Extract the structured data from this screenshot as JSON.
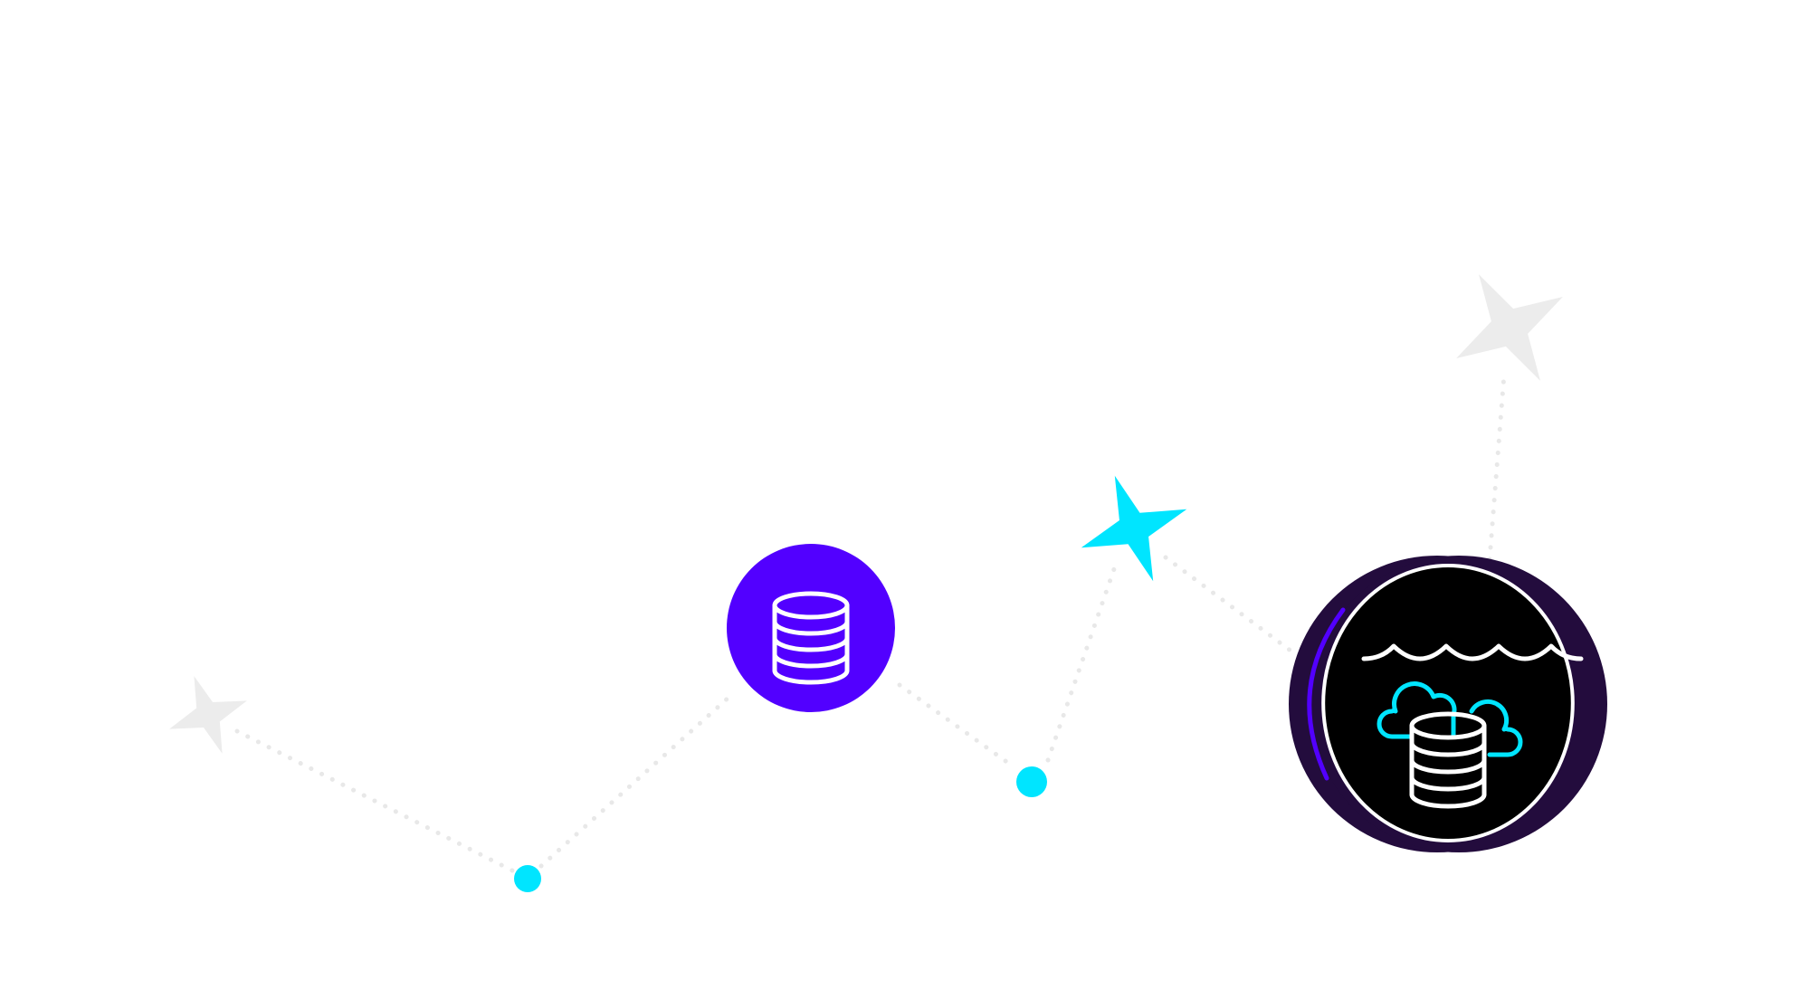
{
  "colors": {
    "background": "#ffffff",
    "path_dots": "#e8e8e8",
    "star_grey": "#ececec",
    "accent_cyan": "#00e5ff",
    "accent_purple": "#5200ff",
    "dark_plum": "#230c3d",
    "black": "#000000",
    "icon_white": "#ffffff"
  },
  "nodes": [
    {
      "id": "star-left",
      "kind": "star",
      "color": "grey"
    },
    {
      "id": "dot-1",
      "kind": "dot",
      "color": "cyan"
    },
    {
      "id": "database-badge",
      "kind": "badge",
      "icon": "database-icon",
      "color": "purple"
    },
    {
      "id": "dot-2",
      "kind": "dot",
      "color": "cyan"
    },
    {
      "id": "star-cyan",
      "kind": "star",
      "color": "cyan"
    },
    {
      "id": "data-lake-badge",
      "kind": "badge",
      "icon": "data-lake-cloud-database-icon",
      "color": "black"
    },
    {
      "id": "star-top-right",
      "kind": "star",
      "color": "grey"
    }
  ],
  "icons": [
    "star-icon",
    "database-icon",
    "waves-icon",
    "cloud-icon",
    "data-lake-icon"
  ]
}
